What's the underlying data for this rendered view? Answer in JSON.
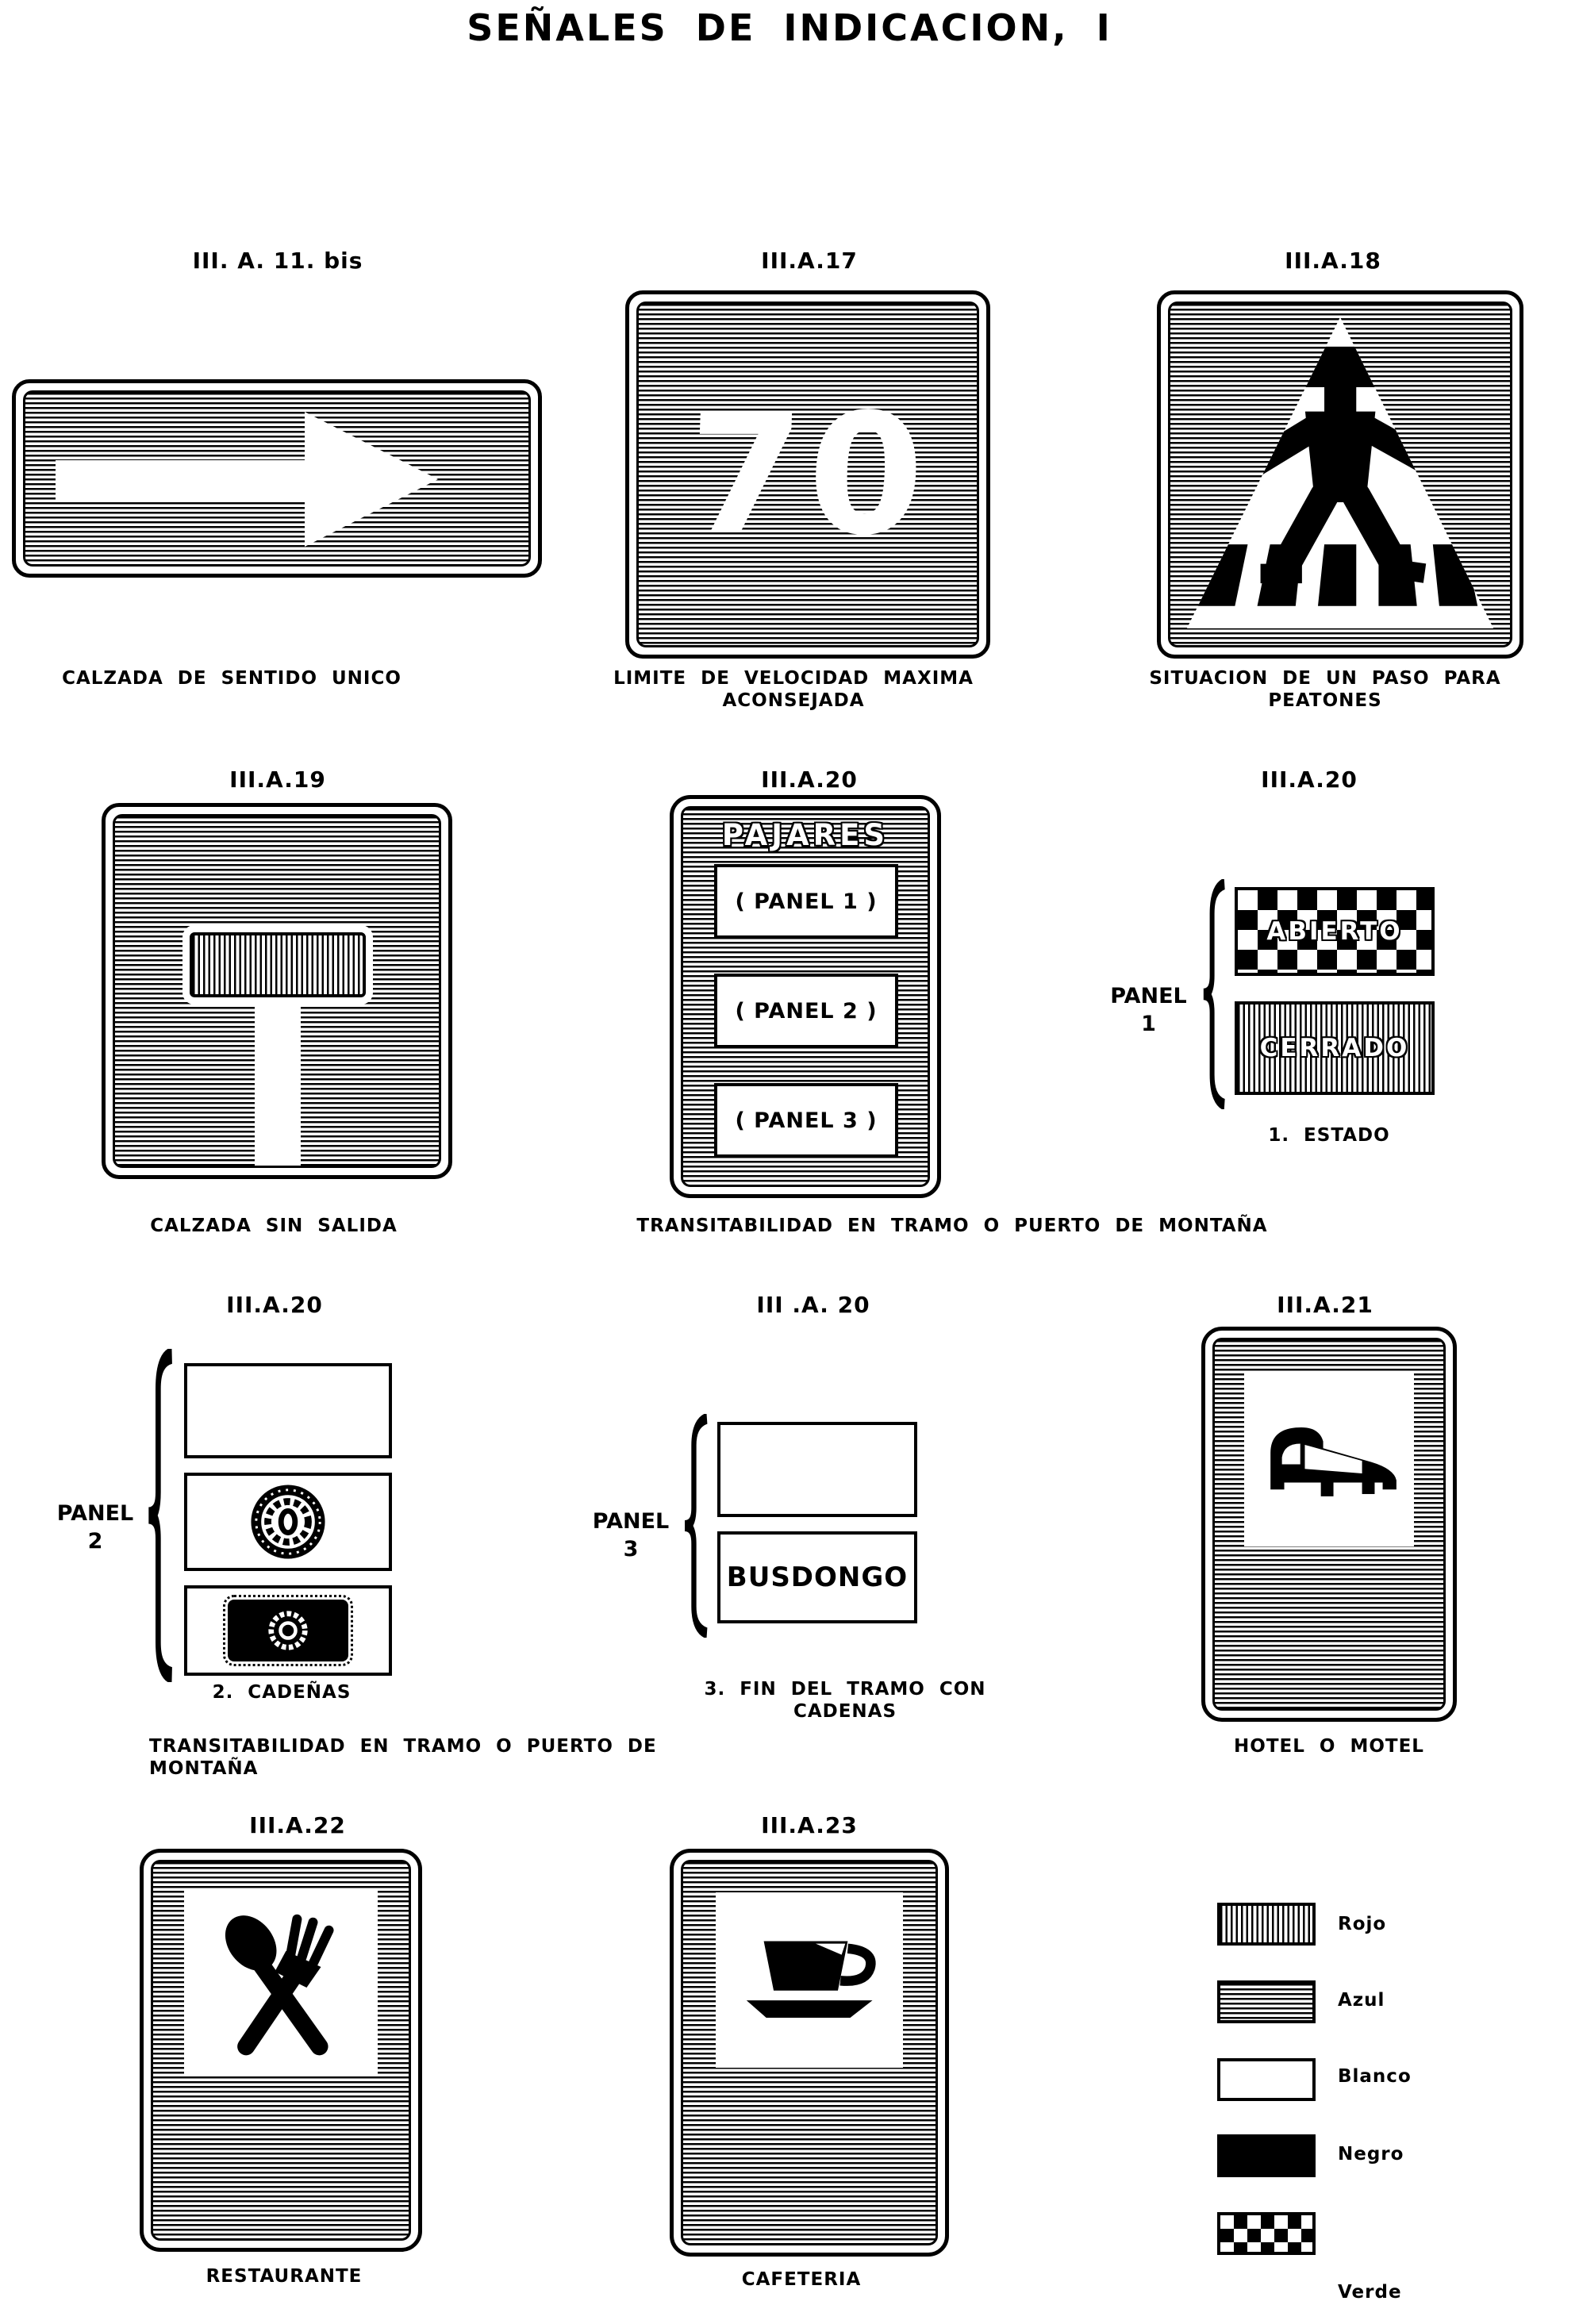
{
  "page": {
    "title": "SEÑALES DE INDICACION, I"
  },
  "ink": "#000000",
  "paper": "#ffffff",
  "row1": {
    "unidirectional": {
      "ref": "III. A. 11. bis",
      "caption": "CALZADA DE SENTIDO UNICO"
    },
    "speed": {
      "ref": "III.A.17",
      "value": "70",
      "caption": "LIMITE DE VELOCIDAD MAXIMA ACONSEJADA"
    },
    "crosswalk": {
      "ref": "III.A.18",
      "caption": "SITUACION DE UN PASO PARA PEATONES"
    }
  },
  "row2": {
    "deadend": {
      "ref": "III.A.19",
      "caption": "CALZADA SIN SALIDA"
    },
    "mountain": {
      "ref": "III.A.20",
      "sign_title": "PAJARES",
      "panels": [
        "( PANEL 1 )",
        "( PANEL 2 )",
        "( PANEL 3 )"
      ],
      "caption": "TRANSITABILIDAD EN TRAMO O PUERTO DE MONTAÑA"
    },
    "estado": {
      "ref": "III.A.20",
      "brace_label_line1": "PANEL",
      "brace_label_line2": "1",
      "open_label": "ABIERTO",
      "closed_label": "CERRADO",
      "caption": "1. ESTADO"
    }
  },
  "row3": {
    "cadenas": {
      "ref": "III.A.20",
      "brace_label_line1": "PANEL",
      "brace_label_line2": "2",
      "caption": "2. CADEÑAS",
      "sub_caption": "TRANSITABILIDAD EN TRAMO O PUERTO DE MONTAÑA"
    },
    "fin_cadenas": {
      "ref": "III .A. 20",
      "brace_label_line1": "PANEL",
      "brace_label_line2": "3",
      "name": "BUSDONGO",
      "caption": "3. FIN DEL TRAMO CON CADENAS"
    },
    "hotel": {
      "ref": "III.A.21",
      "caption": "HOTEL O MOTEL"
    }
  },
  "row4": {
    "restaurant": {
      "ref": "III.A.22",
      "caption": "RESTAURANTE"
    },
    "cafeteria": {
      "ref": "III.A.23",
      "caption": "CAFETERIA"
    }
  },
  "legend": {
    "items": [
      {
        "pattern": "vertical-stripes",
        "label": "Rojo"
      },
      {
        "pattern": "horizontal-stripes",
        "label": "Azul"
      },
      {
        "pattern": "white",
        "label": "Blanco"
      },
      {
        "pattern": "solid-black",
        "label": "Negro"
      },
      {
        "pattern": "checker",
        "label": "Verde"
      }
    ]
  }
}
